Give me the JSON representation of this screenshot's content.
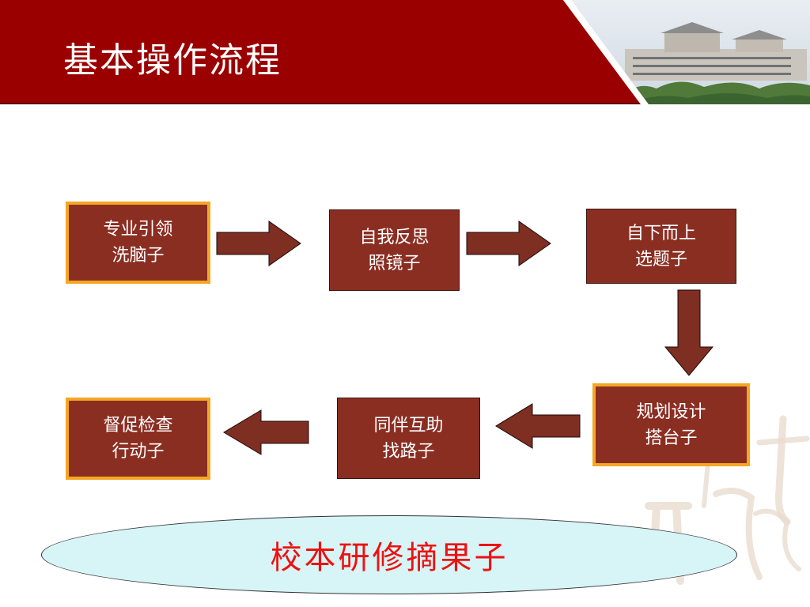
{
  "header": {
    "title": "基本操作流程",
    "bg_color": "#9b0000",
    "photo": "campus-building-photo"
  },
  "steps": [
    {
      "line1": "专业引领",
      "line2": "洗脑子",
      "highlight": true
    },
    {
      "line1": "自我反思",
      "line2": "照镜子",
      "highlight": false
    },
    {
      "line1": "自下而上",
      "line2": "选题子",
      "highlight": false
    },
    {
      "line1": "规划设计",
      "line2": "搭台子",
      "highlight": true
    },
    {
      "line1": "同伴互助",
      "line2": "找路子",
      "highlight": false
    },
    {
      "line1": "督促检查",
      "line2": "行动子",
      "highlight": true
    }
  ],
  "goal": {
    "label": "校本研修摘果子",
    "color": "#ee1111",
    "fill": "#d7f4f6"
  },
  "colors": {
    "box_fill": "#8b2e22",
    "box_highlight_border": "#f5a623",
    "arrow_fill": "#7f2e22"
  },
  "decoration": "calligraphy-watermark"
}
